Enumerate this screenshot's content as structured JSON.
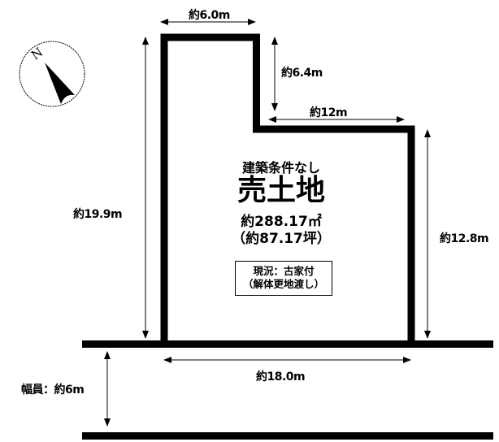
{
  "plot": {
    "condition": "建築条件なし",
    "title": "売土地",
    "area_sqm": "約288.17㎡",
    "area_tsubo": "（約87.17坪）",
    "status_line1": "現況：古家付",
    "status_line2": "（解体更地渡し）"
  },
  "dimensions": {
    "top_width": "約6.0m",
    "notch_depth": "約6.4m",
    "notch_width": "約12m",
    "left_depth": "約19.9m",
    "right_depth": "約12.8m",
    "frontage": "約18.0m",
    "road_width": "幅員：約6m"
  },
  "compass": {
    "north_label": "N"
  },
  "colors": {
    "line": "#000000",
    "background": "#ffffff"
  }
}
